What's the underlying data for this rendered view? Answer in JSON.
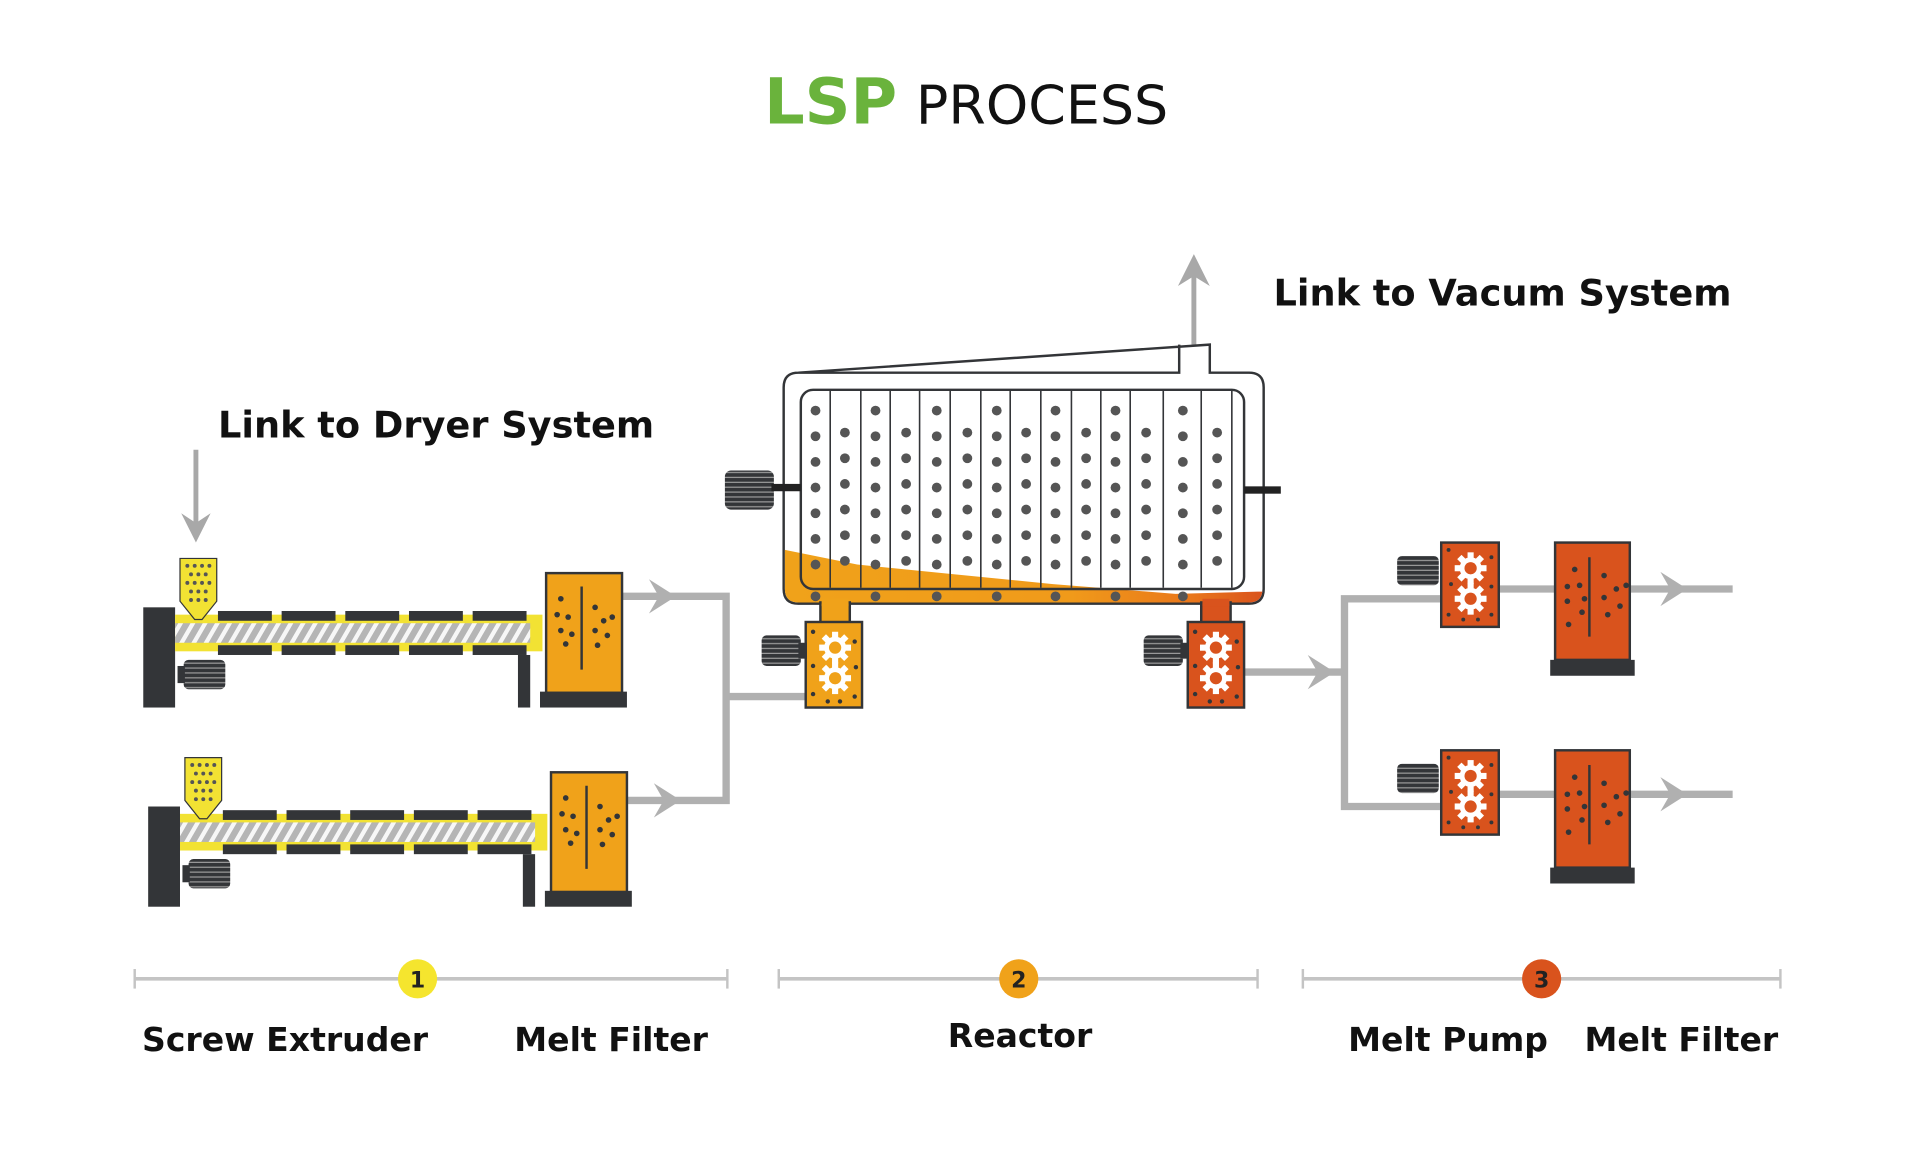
{
  "title": {
    "brand": "LSP",
    "text": "PROCESS"
  },
  "annotations": {
    "dryer_link": "Link to Dryer System",
    "vacuum_link": "Link to Vacum System"
  },
  "colors": {
    "brand_green": "#6ab33c",
    "hopper_yellow": "#f2e233",
    "melt_orange": "#f0a21a",
    "melt_red": "#d9531d",
    "dark": "#333538",
    "pipe_gray": "#b0b0b0",
    "pellet": "#5a5a5a"
  },
  "stages": [
    {
      "number": "1",
      "color": "#f5e52e",
      "labels": [
        "Screw Extruder",
        "Melt Filter"
      ]
    },
    {
      "number": "2",
      "color": "#f0a21a",
      "labels": [
        "Reactor"
      ]
    },
    {
      "number": "3",
      "color": "#d9531d",
      "labels": [
        "Melt Pump",
        "Melt Filter"
      ]
    }
  ],
  "components": {
    "extruders": 2,
    "reactor": 1,
    "reactor_pumps": 2,
    "output_lines": 2
  }
}
